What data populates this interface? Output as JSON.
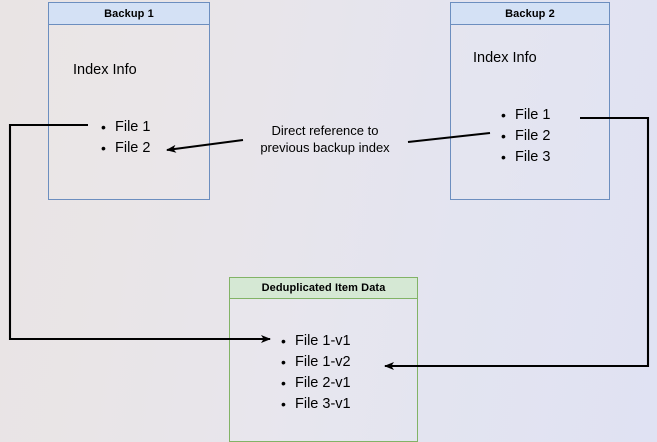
{
  "diagram": {
    "title_hidden": "",
    "background_colors": {
      "left": "#e9e4e4",
      "right": "#e0e2f3"
    },
    "colors": {
      "blue_border": "#6c8ebf",
      "blue_header_fill": "#d4e1f5",
      "green_border": "#82b366",
      "green_header_fill": "#d5e8d4",
      "arrow": "#000000"
    },
    "boxes": [
      {
        "id": "backup-1",
        "header": "Backup 1",
        "section_label": "Index Info",
        "items": [
          "File 1",
          "File 2"
        ]
      },
      {
        "id": "backup-2",
        "header": "Backup 2",
        "section_label": "Index Info",
        "items": [
          "File 1",
          "File 2",
          "File 3"
        ]
      },
      {
        "id": "dedup-store",
        "header": "Deduplicated Item Data",
        "items": [
          "File 1-v1",
          "File 1-v2",
          "File 2-v1",
          "File 3-v1"
        ]
      }
    ],
    "annotations": [
      {
        "id": "direct-reference",
        "text": "Direct reference to\nprevious backup index"
      }
    ]
  }
}
